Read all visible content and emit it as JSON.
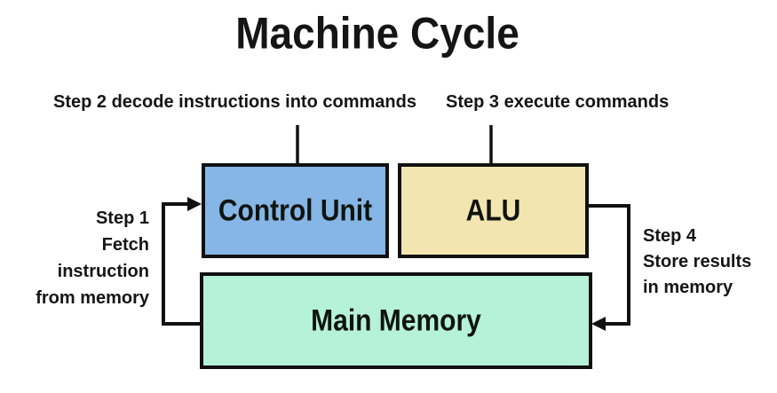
{
  "title": "Machine Cycle",
  "boxes": {
    "control_unit": {
      "label": "Control Unit"
    },
    "alu": {
      "label": "ALU"
    },
    "main_memory": {
      "label": "Main Memory"
    }
  },
  "annotations": {
    "step2": {
      "text": "Step 2 decode instructions into commands"
    },
    "step3": {
      "text": "Step 3 execute commands"
    },
    "step1": {
      "lines": [
        "Step 1",
        "Fetch",
        "instruction",
        "from memory"
      ]
    },
    "step4": {
      "lines": [
        "Step 4",
        "Store results",
        "in memory"
      ]
    }
  },
  "colors": {
    "background": "#FFFFFF",
    "text": "#151515",
    "border": "#111111",
    "line": "#111111",
    "control_unit_fill": "#85B6E5",
    "alu_fill": "#F2E5B0",
    "main_memory_fill": "#B5F2D7"
  }
}
